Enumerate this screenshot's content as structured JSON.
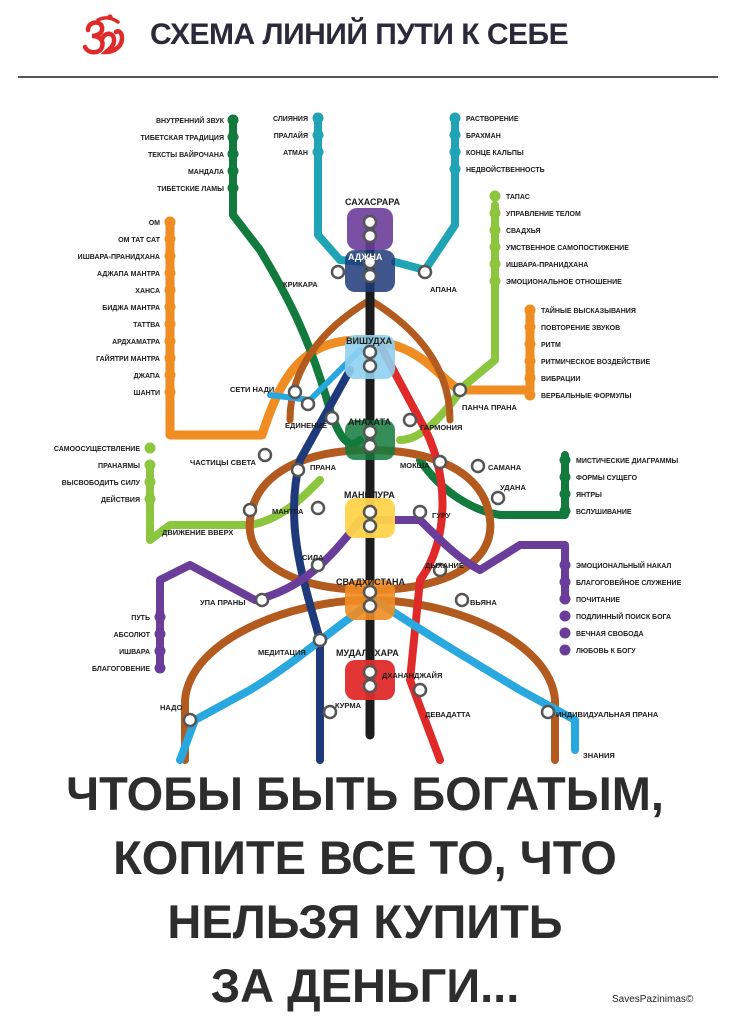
{
  "title": "СХЕМА ЛИНИЙ ПУТИ К СЕБЕ",
  "colors": {
    "black": "#1c1c1c",
    "dark_green": "#127a3d",
    "teal": "#1fa3b5",
    "orange": "#ef8c22",
    "light_green": "#8cc63f",
    "purple": "#6a3d9a",
    "brown": "#b35a1f",
    "navy": "#1f3a7a",
    "red": "#e02a2a",
    "light_blue": "#29a8e0"
  },
  "chakras": {
    "sahasrara": "САХАСРАРА",
    "ajna": "АДЖНА",
    "vishuddha": "ВИШУДХА",
    "anahata": "АНАХАТА",
    "manipura": "МАНИПУРА",
    "svadhisthana": "СВАДХИСТАНА",
    "muladhara": "МУДАЛАХАРА"
  },
  "stations": {
    "krikara": "КРИКАРА",
    "apana": "АПАНА",
    "seti_nadi": "СЕТИ НАДИ",
    "pancha_prana": "ПАНЧА ПРАНА",
    "edinenie": "ЕДИНЕНИЕ",
    "garmoniya": "ГАРМОНИЯ",
    "chastitsy_sveta": "ЧАСТИЦЫ СВЕТА",
    "prana": "ПРАНА",
    "moksha": "МОКША",
    "samana": "САМАНА",
    "udana": "УДАНА",
    "mantra": "МАНТРА",
    "guru": "ГУРУ",
    "dvizhenie_vverh": "ДВИЖЕНИЕ ВВЕРХ",
    "sila": "СИЛА",
    "dyhanie": "ДЫХАНИЕ",
    "upa_prany": "УПА ПРАНЫ",
    "vyana": "ВЬЯНА",
    "meditatsiya": "МЕДИТАЦИЯ",
    "dhananjaya": "ДХАНАНДЖАЙЯ",
    "nado": "НАДО",
    "kurma": "КУРМА",
    "devadatta": "ДЕВАДАТТА",
    "individualnaya_prana": "ИНДИВИДУАЛЬНАЯ ПРАНА",
    "znaniya": "ЗНАНИЯ"
  },
  "lists": {
    "dark_green": [
      "ВНУТРЕННИЙ ЗВУК",
      "ТИБЕТСКАЯ ТРАДИЦИЯ",
      "ТЕКСТЫ ВАЙРОЧАНА",
      "МАНДАЛА",
      "ТИБЕТСКИЕ ЛАМЫ"
    ],
    "teal_top": [
      "СЛИЯНИЯ",
      "ПРАЛАЙЯ",
      "АТМАН"
    ],
    "teal_right": [
      "РАСТВОРЕНИЕ",
      "БРАХМАН",
      "КОНЦЕ КАЛЬПЫ",
      "НЕДВОЙСТВЕННОСТЬ"
    ],
    "orange_left": [
      "ОМ",
      "ОМ ТАТ САТ",
      "ИШВАРА-ПРАНИДХАНА",
      "АДЖАПА МАНТРА",
      "ХАНСА",
      "БИДЖА МАНТРА",
      "ТАТТВА",
      "АРДХАМАТРА",
      "ГАЙЯТРИ МАНТРА",
      "ДЖАПА",
      "ШАНТИ"
    ],
    "light_green_right": [
      "ТАПАС",
      "УПРАВЛЕНИЕ ТЕЛОМ",
      "СВАДХЬЯ",
      "УМСТВЕННОЕ САМОПОСТИЖЕНИЕ",
      "ИШВАРА-ПРАНИДХАНА",
      "ЭМОЦИОНАЛЬНОЕ ОТНОШЕНИЕ"
    ],
    "orange_right": [
      "ТАЙНЫЕ ВЫСКАЗЫВАНИЯ",
      "ПОВТОРЕНИЕ ЗВУКОВ",
      "РИТМ",
      "РИТМИЧЕСКОЕ ВОЗДЕЙСТВИЕ",
      "ВИБРАЦИИ",
      "ВЕРБАЛЬНЫЕ ФОРМУЛЫ"
    ],
    "light_green_left": [
      "САМООСУЩЕСТВЛЕНИЕ",
      "ПРАНАЯМЫ",
      "ВЫСВОБОДИТЬ СИЛУ",
      "ДЕЙСТВИЯ"
    ],
    "dark_green_right": [
      "МИСТИЧЕСКИЕ ДИАГРАММЫ",
      "ФОРМЫ СУЩЕГО",
      "ЯНТРЫ",
      "ВСЛУШИВАНИЕ"
    ],
    "purple_right": [
      "ЭМОЦИОНАЛЬНЫЙ НАКАЛ",
      "БЛАГОГОВЕЙНОЕ СЛУЖЕНИЕ",
      "ПОЧИТАНИЕ",
      "ПОДЛИННЫЙ ПОИСК БОГА",
      "ВЕЧНАЯ СВОБОДА",
      "ЛЮБОВЬ К БОГУ"
    ],
    "purple_left": [
      "ПУТЬ",
      "АБСОЛЮТ",
      "ИШВАРА",
      "БЛАГОГОВЕНИЕ"
    ]
  },
  "quote": [
    "ЧТОБЫ БЫТЬ БОГАТЫМ,",
    "КОПИТЕ ВСЕ ТО, ЧТО",
    "НЕЛЬЗЯ КУПИТЬ",
    "ЗА ДЕНЬГИ..."
  ],
  "credit": "SavesPazinimas©"
}
